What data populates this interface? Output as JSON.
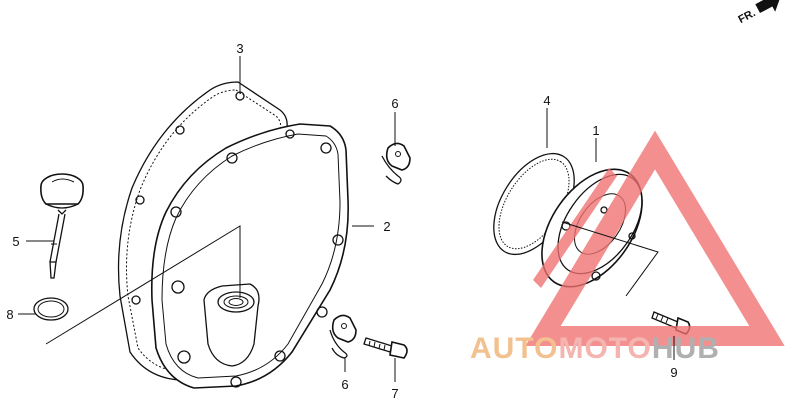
{
  "direction_marker": {
    "text": "FR.",
    "icon": "front-direction-arrow-icon"
  },
  "part_labels": {
    "p1": "1",
    "p2": "2",
    "p3": "3",
    "p4": "4",
    "p5": "5",
    "p6a": "6",
    "p6b": "6",
    "p7": "7",
    "p8": "8",
    "p9": "9"
  },
  "watermark": {
    "part1": "AUTO",
    "part2": "MOTO",
    "part3": "HUB",
    "colors": {
      "auto": "#f0b070",
      "moto": "#f2a09a",
      "hub": "#9a9a9a",
      "triangle": "#f07070"
    }
  }
}
